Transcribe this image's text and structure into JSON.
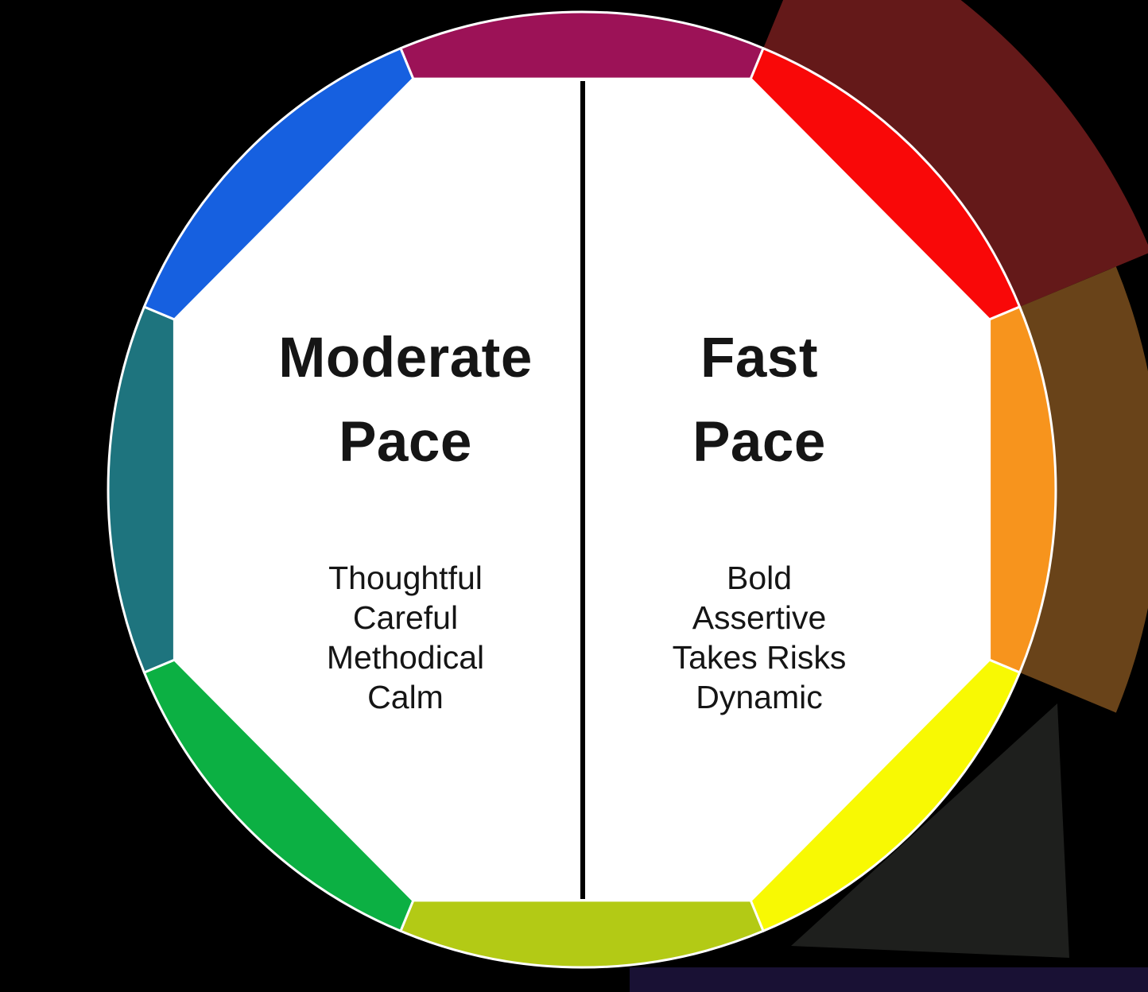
{
  "background_color": "#000000",
  "text_color": "#151515",
  "divider": {
    "color": "#000000"
  },
  "left_half": {
    "title_lines": [
      "Moderate",
      "Pace"
    ],
    "traits": [
      "Thoughtful",
      "Careful",
      "Methodical",
      "Calm"
    ]
  },
  "right_half": {
    "title_lines": [
      "Fast",
      "Pace"
    ],
    "traits": [
      "Bold",
      "Assertive",
      "Takes Risks",
      "Dynamic"
    ]
  },
  "wheel": {
    "interior_color": "#ffffff",
    "separator_color": "#ffffff",
    "segments": [
      {
        "name": "segment-top-magenta",
        "color": "#9C1257",
        "a_start": 112.5,
        "a_end": 67.5
      },
      {
        "name": "segment-topright-red",
        "color": "#F90808",
        "a_start": 67.5,
        "a_end": 22.5,
        "glow_color": "#C83232",
        "glow_opacity": 0.5,
        "glow_k": 1.3
      },
      {
        "name": "segment-right-orange",
        "color": "#F7941D",
        "a_start": 22.5,
        "a_end": -22.5,
        "glow_color": "#C07A2E",
        "glow_opacity": 0.55,
        "glow_k": 1.22
      },
      {
        "name": "segment-bottomright-yellow",
        "color": "#F8F903",
        "a_start": -22.5,
        "a_end": -67.5
      },
      {
        "name": "segment-bottom-lime",
        "color": "#B3CA15",
        "a_start": -67.5,
        "a_end": -112.5
      },
      {
        "name": "segment-bottomleft-green",
        "color": "#0CB043",
        "a_start": -112.5,
        "a_end": -157.5
      },
      {
        "name": "segment-left-teal",
        "color": "#1E747E",
        "a_start": -157.5,
        "a_end": -202.5
      },
      {
        "name": "segment-topleft-blue",
        "color": "#1660E0",
        "a_start": -202.5,
        "a_end": -247.5
      }
    ]
  },
  "artifacts": {
    "bottom_bar_color": "#191134",
    "smudge_color": "#C9D2C5"
  }
}
